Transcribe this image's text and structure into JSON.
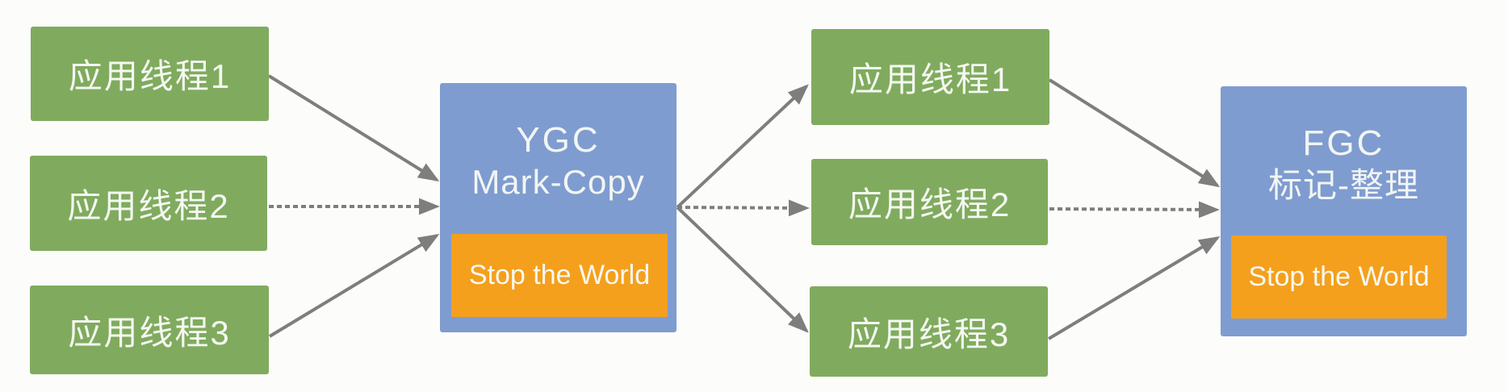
{
  "diagram": {
    "threads_left": [
      {
        "label": "应用线程1"
      },
      {
        "label": "应用线程2"
      },
      {
        "label": "应用线程3"
      }
    ],
    "threads_middle": [
      {
        "label": "应用线程1"
      },
      {
        "label": "应用线程2"
      },
      {
        "label": "应用线程3"
      }
    ],
    "ygc": {
      "title": "YGC",
      "method": "Mark-Copy",
      "stw_label": "Stop the World"
    },
    "fgc": {
      "title": "FGC",
      "method": "标记-整理",
      "stw_label": "Stop the World"
    },
    "colors": {
      "thread_green": "#80ab5e",
      "gc_blue": "#7f9cd0",
      "stw_orange": "#f4a01d",
      "arrow_gray": "#7e7e7e",
      "background": "#fcfcfa",
      "text_white": "#f5f8f2"
    }
  }
}
